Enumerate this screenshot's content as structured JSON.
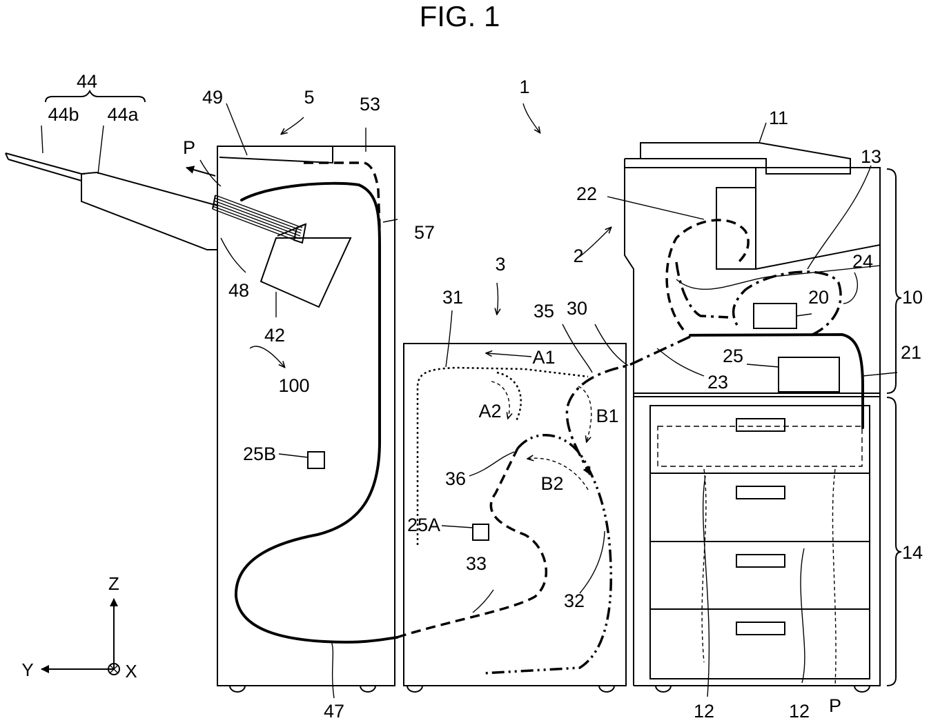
{
  "figure": {
    "title": "FIG. 1"
  },
  "labels": {
    "system": "1",
    "image_forming_apparatus": "2",
    "relay_unit": "3",
    "post_processing_apparatus": "5",
    "image_reading_unit": "11",
    "tray_left": "12",
    "tray_right": "12",
    "output_tray": "13",
    "paper_feed_unit": "14",
    "main_body": "10",
    "image_forming_unit": "20",
    "transport_path_21": "21",
    "transport_path_22": "22",
    "transport_path_23": "23",
    "transport_path_24": "24",
    "controller_25": "25",
    "controller_25A": "25A",
    "controller_25B": "25B",
    "path_30": "30",
    "path_31": "31",
    "path_32": "32",
    "path_33": "33",
    "branch_35": "35",
    "branch_36": "36",
    "stacker_42": "42",
    "tray_44": "44",
    "tray_44a": "44a",
    "tray_44b": "44b",
    "path_47": "47",
    "stack_48": "48",
    "tray_49": "49",
    "path_53": "53",
    "junction_57": "57",
    "unit_100": "100",
    "paper_p_top": "P",
    "paper_p_bottom": "P",
    "dir_A1": "A1",
    "dir_A2": "A2",
    "dir_B1": "B1",
    "dir_B2": "B2"
  },
  "axes": {
    "z": "Z",
    "y": "Y",
    "x": "X"
  }
}
